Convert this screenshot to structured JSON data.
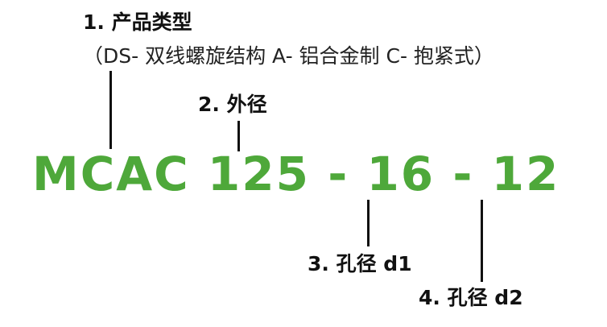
{
  "labels": {
    "product_type": "1. 产品类型",
    "product_type_desc": "（DS- 双线螺旋结构  A- 铝合金制  C- 抱紧式）",
    "outer_diameter": "2. 外径",
    "bore_d1": "3. 孔径 d1",
    "bore_d2": "4. 孔径 d2"
  },
  "model_code": "MCAC 125 - 16 - 12",
  "colors": {
    "code": "#4ea83a",
    "text": "#111111"
  }
}
